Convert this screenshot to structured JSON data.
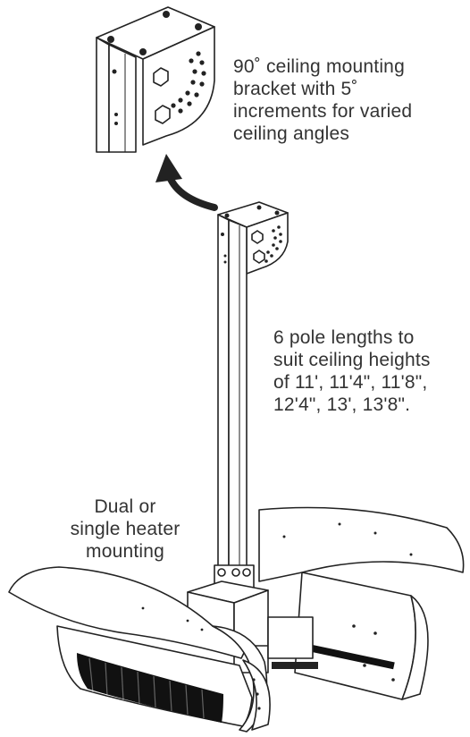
{
  "annotations": {
    "bracket": [
      "90˚ ceiling mounting",
      "bracket with 5˚",
      "increments for varied",
      "ceiling angles"
    ],
    "pole": [
      "6 pole lengths to",
      "suit ceiling heights",
      "of 11', 11'4\", 11'8\",",
      "12'4\", 13', 13'8\"."
    ],
    "dual": [
      "Dual or",
      "single heater",
      "mounting"
    ]
  },
  "colors": {
    "text": "#333333",
    "line": "#222222",
    "arrow": "#222222",
    "grille": "#111111"
  }
}
